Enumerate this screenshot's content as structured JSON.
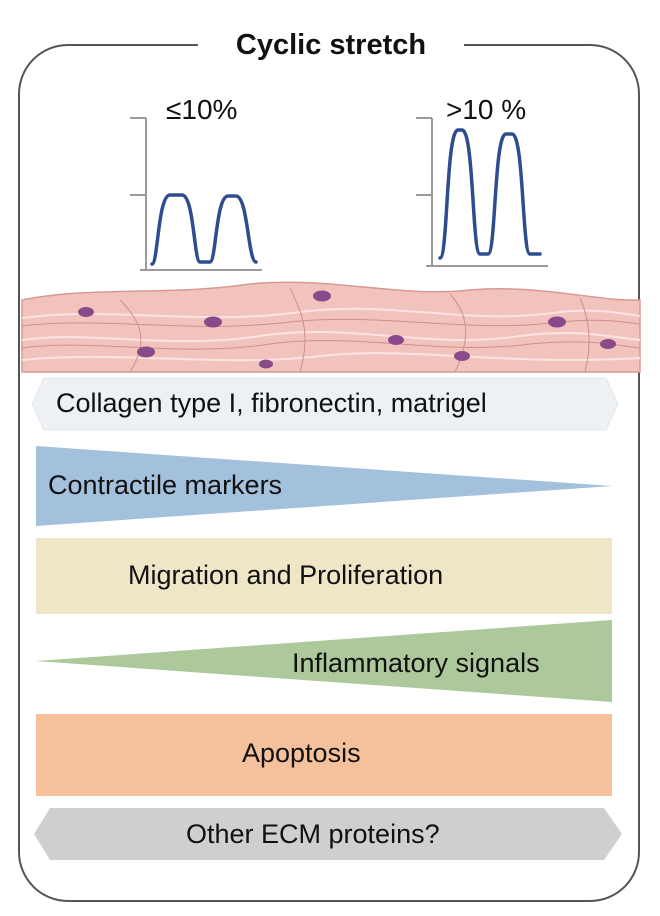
{
  "title": "Cyclic stretch",
  "graphs": {
    "low_label": "≤10%",
    "high_label": ">10 %"
  },
  "bands": {
    "ecm": "Collagen type I, fibronectin, matrigel",
    "contractile": "Contractile markers",
    "migration": "Migration and Proliferation",
    "inflammatory": "Inflammatory signals",
    "apoptosis": "Apoptosis",
    "other_ecm": "Other ECM proteins?"
  },
  "colors": {
    "frame": "#555555",
    "wave": "#2e4d8f",
    "axis": "#9a9a9a",
    "tissue": "#f2c3bd",
    "nucleus": "#8a4a8a",
    "ecm_band": "#eef1f4",
    "contractile": "#a3c0dd",
    "migration": "#efe6c7",
    "inflammatory": "#adc89a",
    "apoptosis": "#f5c09c",
    "other_ecm": "#cfcfcf"
  }
}
